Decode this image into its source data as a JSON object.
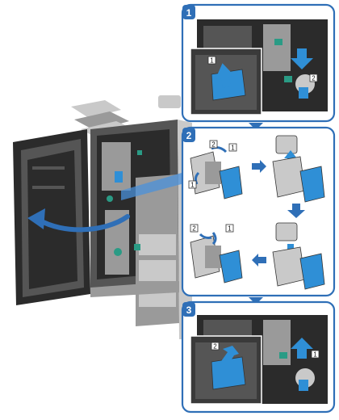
{
  "steps": [
    {
      "number": "1",
      "callouts": [
        "1",
        "2"
      ]
    },
    {
      "number": "2",
      "callouts": [
        "2",
        "1",
        "1",
        "2",
        "1"
      ]
    },
    {
      "number": "3",
      "callouts": [
        "2",
        "1"
      ]
    }
  ],
  "colors": {
    "accent": "#2f6fb7",
    "part_blue": "#2f8fd6",
    "part_teal": "#2a9b85",
    "machine_dark": "#2b2b2b"
  },
  "icons": [
    "open-door-arrow-icon",
    "step-down-arrow-icon",
    "flow-arrow-icon"
  ]
}
